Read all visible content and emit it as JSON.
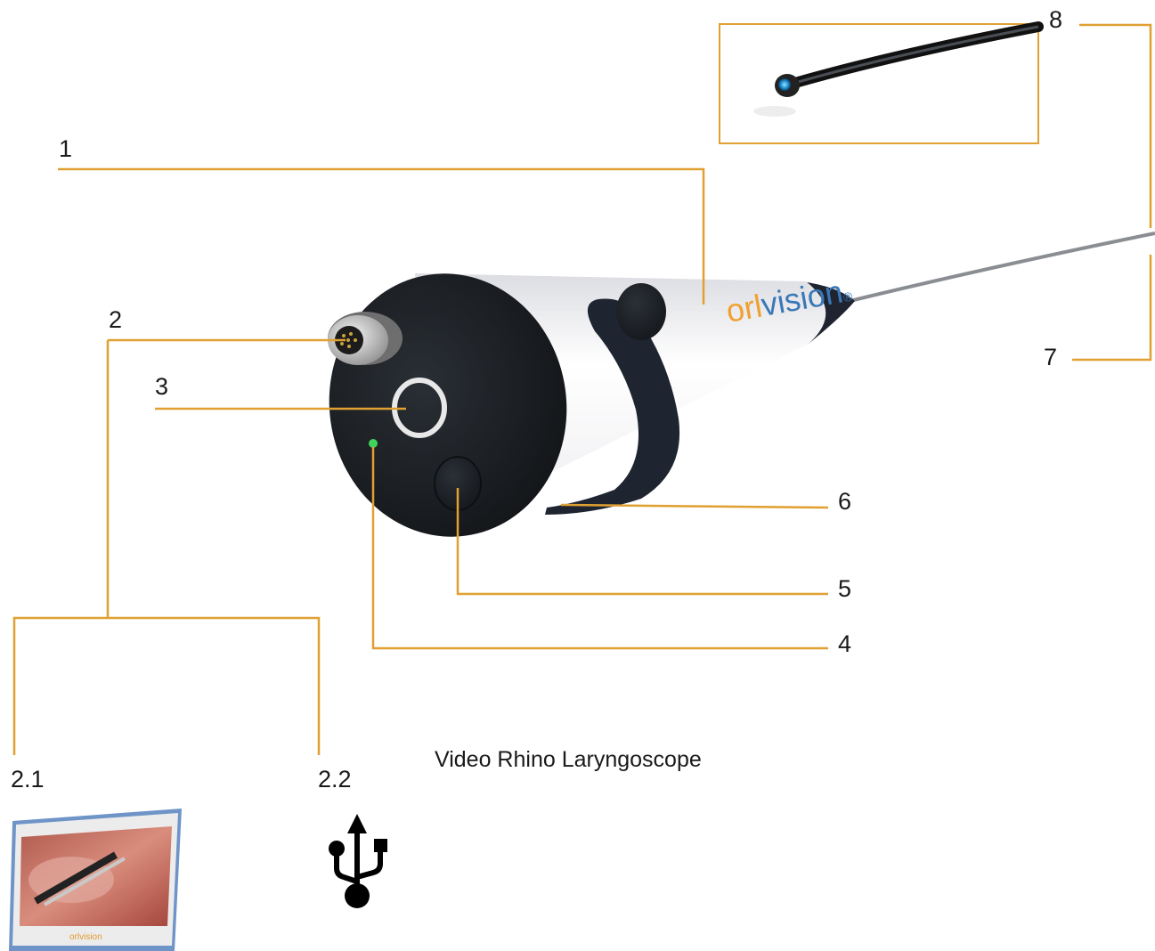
{
  "caption": "Video Rhino Laryngoscope",
  "brand": {
    "part1": "orl",
    "part2": "vision",
    "mark": "®"
  },
  "monitor_brand": "orlvision",
  "callouts": [
    {
      "id": "1",
      "label": "1"
    },
    {
      "id": "2",
      "label": "2"
    },
    {
      "id": "2.1",
      "label": "2.1"
    },
    {
      "id": "2.2",
      "label": "2.2"
    },
    {
      "id": "3",
      "label": "3"
    },
    {
      "id": "4",
      "label": "4"
    },
    {
      "id": "5",
      "label": "5"
    },
    {
      "id": "6",
      "label": "6"
    },
    {
      "id": "7",
      "label": "7"
    },
    {
      "id": "8",
      "label": "8"
    }
  ],
  "icons": [
    "usb-icon",
    "monitor-image",
    "scope-tip-inset"
  ],
  "colors": {
    "leader": "#e0a032",
    "cap": "#1f2327",
    "body": "#f4f4f6",
    "brand_orange": "#f0a030",
    "brand_blue": "#3a78b8",
    "led": "#3fd35a",
    "ring": "#e6e6e6"
  }
}
